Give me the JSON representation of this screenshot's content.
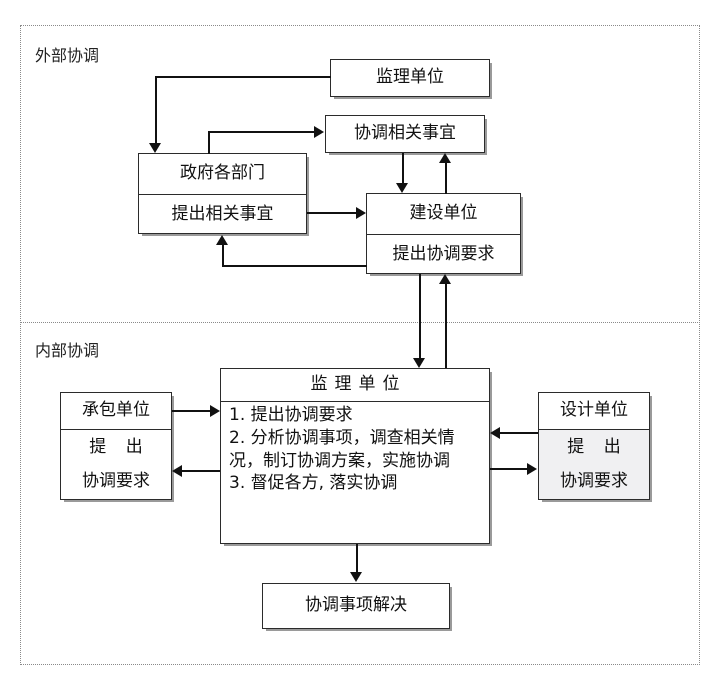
{
  "diagram": {
    "title_visible": false,
    "panels": [
      {
        "id": "external",
        "label": "外部协调"
      },
      {
        "id": "internal",
        "label": "内部协调"
      }
    ],
    "colors": {
      "box_border": "#2b2b2b",
      "box_fill": "#ffffff",
      "shaded_fill": "#f0f0f2",
      "connector": "#111111",
      "frame_dotted": "#8a8a8a",
      "shadow": "#9a9a9a"
    },
    "nodes": {
      "supervision_top": {
        "title": "监理单位"
      },
      "coordinate_matters": {
        "title": "协调相关事宜"
      },
      "government": {
        "title": "政府各部门",
        "sub": "提出相关事宜"
      },
      "construction": {
        "title": "建设单位",
        "sub": "提出协调要求"
      },
      "contractor": {
        "title": "承包单位",
        "sub_line1": "提 出",
        "sub_line2": "协调要求"
      },
      "design": {
        "title": "设计单位",
        "sub_line1": "提 出",
        "sub_line2": "协调要求"
      },
      "supervision_center": {
        "title": "监理单位",
        "items": "1. 提出协调要求\n2. 分析协调事项，调查相关情\n况，制订协调方案，实施协调\n3. 督促各方, 落实协调"
      },
      "resolution": {
        "title": "协调事项解决"
      }
    }
  }
}
